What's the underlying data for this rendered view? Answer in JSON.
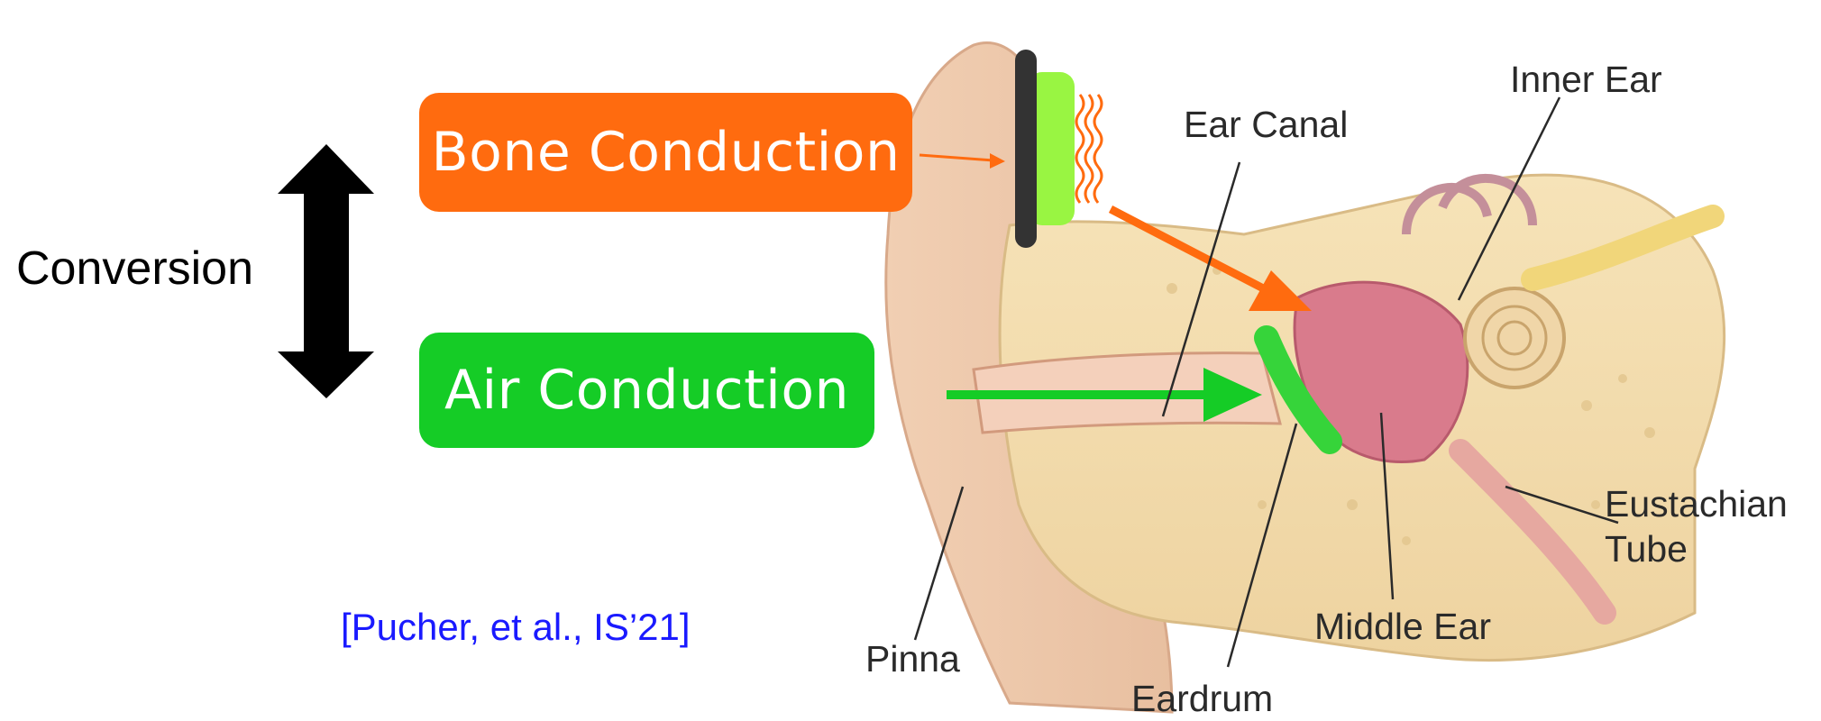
{
  "left": {
    "conversion": "Conversion",
    "bone_conduction": "Bone Conduction",
    "air_conduction": "Air Conduction",
    "citation": "[Pucher, et al., IS’21]"
  },
  "ear_labels": {
    "ear_canal": "Ear Canal",
    "inner_ear": "Inner Ear",
    "eustachian_tube_1": "Eustachian",
    "eustachian_tube_2": "Tube",
    "middle_ear": "Middle Ear",
    "eardrum": "Eardrum",
    "pinna": "Pinna"
  },
  "colors": {
    "bone": "#ff6b0f",
    "air": "#15cc26",
    "citation": "#1a1aff",
    "vibration_pad": "#99f542"
  }
}
